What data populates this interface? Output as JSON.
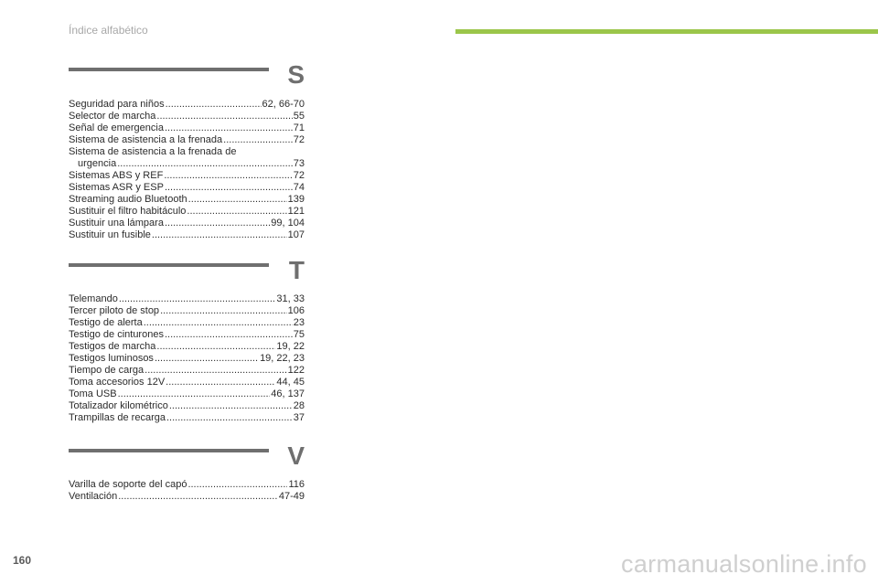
{
  "header": {
    "title": "Índice alfabético",
    "accent_color": "#9bc64a"
  },
  "sections": [
    {
      "letter": "S",
      "entries": [
        {
          "label": "Seguridad para niños",
          "page": "62, 66-70"
        },
        {
          "label": "Selector de marcha",
          "page": "55"
        },
        {
          "label": "Señal de emergencia",
          "page": "71"
        },
        {
          "label": "Sistema de asistencia a la frenada",
          "page": "72"
        },
        {
          "label": "Sistema de asistencia a la frenada de",
          "page": ""
        },
        {
          "label": "urgencia",
          "page": "73",
          "continuation": true
        },
        {
          "label": "Sistemas ABS y REF",
          "page": "72"
        },
        {
          "label": "Sistemas ASR y ESP",
          "page": "74"
        },
        {
          "label": "Streaming audio Bluetooth",
          "page": "139"
        },
        {
          "label": "Sustituir el filtro habitáculo",
          "page": "121"
        },
        {
          "label": "Sustituir una lámpara",
          "page": "99, 104"
        },
        {
          "label": "Sustituir un fusible",
          "page": "107"
        }
      ]
    },
    {
      "letter": "T",
      "entries": [
        {
          "label": "Telemando",
          "page": "31, 33"
        },
        {
          "label": "Tercer piloto de stop",
          "page": "106"
        },
        {
          "label": "Testigo de alerta",
          "page": "23"
        },
        {
          "label": "Testigo de cinturones",
          "page": "75"
        },
        {
          "label": "Testigos de marcha",
          "page": "19, 22"
        },
        {
          "label": "Testigos luminosos",
          "page": "19, 22, 23"
        },
        {
          "label": "Tiempo de carga",
          "page": "122"
        },
        {
          "label": "Toma accesorios 12V",
          "page": "44, 45"
        },
        {
          "label": "Toma USB",
          "page": "46, 137"
        },
        {
          "label": "Totalizador kilométrico",
          "page": "28"
        },
        {
          "label": "Trampillas de recarga",
          "page": "37"
        }
      ]
    },
    {
      "letter": "V",
      "entries": [
        {
          "label": "Varilla de soporte del capó",
          "page": "116"
        },
        {
          "label": "Ventilación",
          "page": "47-49"
        }
      ]
    }
  ],
  "page_number": "160",
  "watermark": "carmanualsonline.info"
}
